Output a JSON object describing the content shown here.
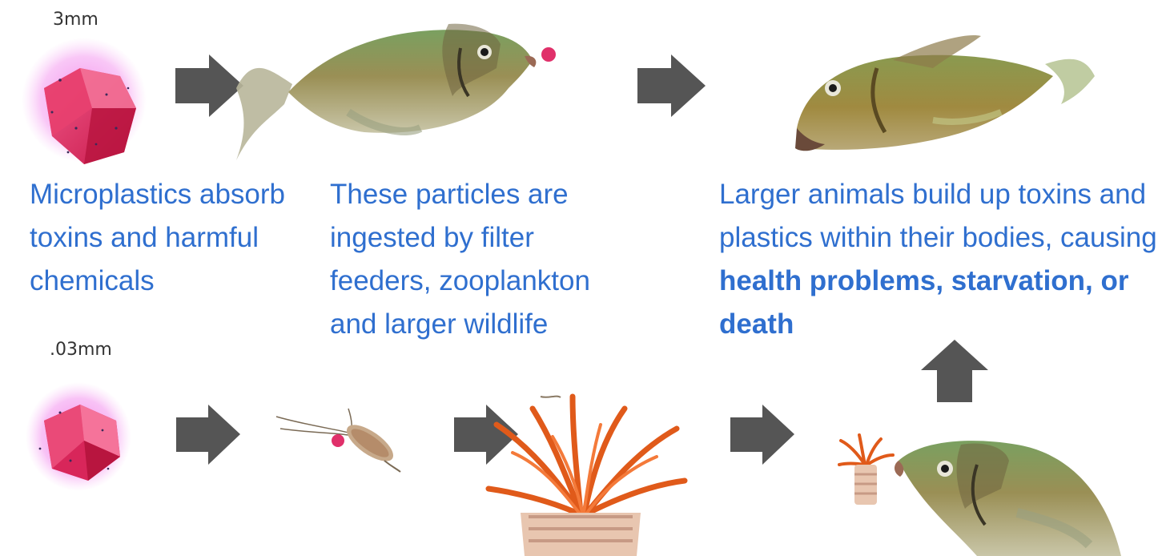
{
  "top_row": {
    "size_label": "3mm",
    "captions": [
      "Microplastics absorb toxins and harmful chemicals",
      "These particles are ingested by filter feeders, zooplankton and larger wildlife"
    ],
    "caption3_plain": "Larger animals build up toxins and plastics within their bodies, causing ",
    "caption3_bold": "health problems, starvation, or death"
  },
  "bottom_row": {
    "size_label": ".03mm"
  },
  "icons": [
    "microplastic-particle",
    "fish",
    "dead-fish",
    "zooplankton",
    "tube-worm",
    "arrow-right",
    "arrow-up"
  ],
  "colors": {
    "caption": "#2f6fcf",
    "arrow": "#555555",
    "particle": "#e0306a",
    "glow": "#f07ee6",
    "fish": "#9a8f55",
    "fish_back": "#7aa060",
    "coral": "#ee5a1a"
  }
}
